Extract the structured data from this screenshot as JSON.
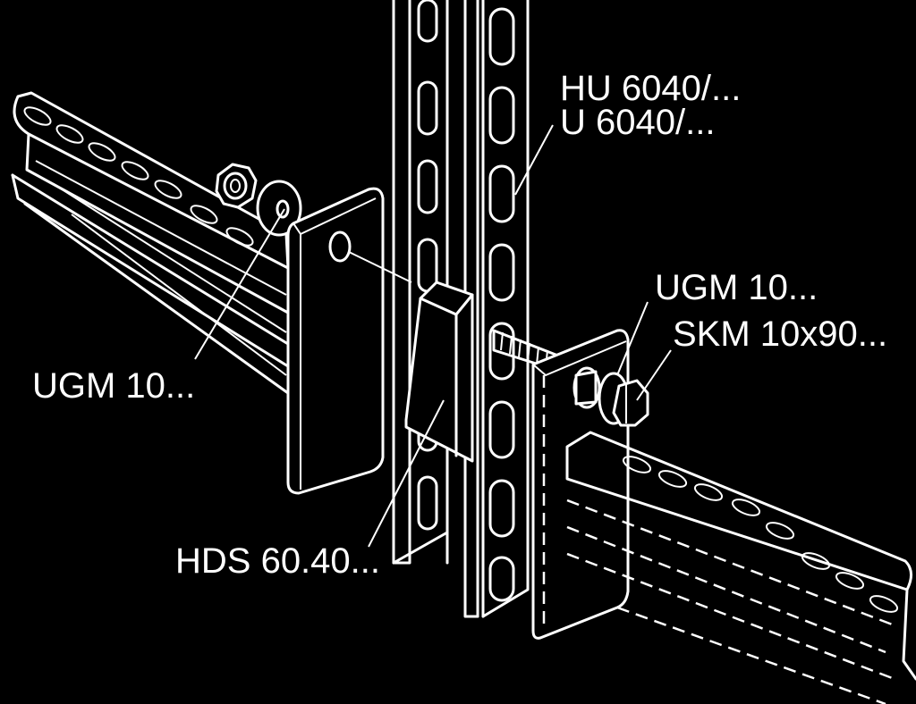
{
  "labels": {
    "rail_type_1": "HU 6040/...",
    "rail_type_2": "U 6040/...",
    "washer_right": "UGM 10...",
    "bolt": "SKM 10x90...",
    "washer_left": "UGM 10...",
    "slide": "HDS 60.40..."
  },
  "colors": {
    "background": "#000000",
    "line": "#ffffff"
  }
}
